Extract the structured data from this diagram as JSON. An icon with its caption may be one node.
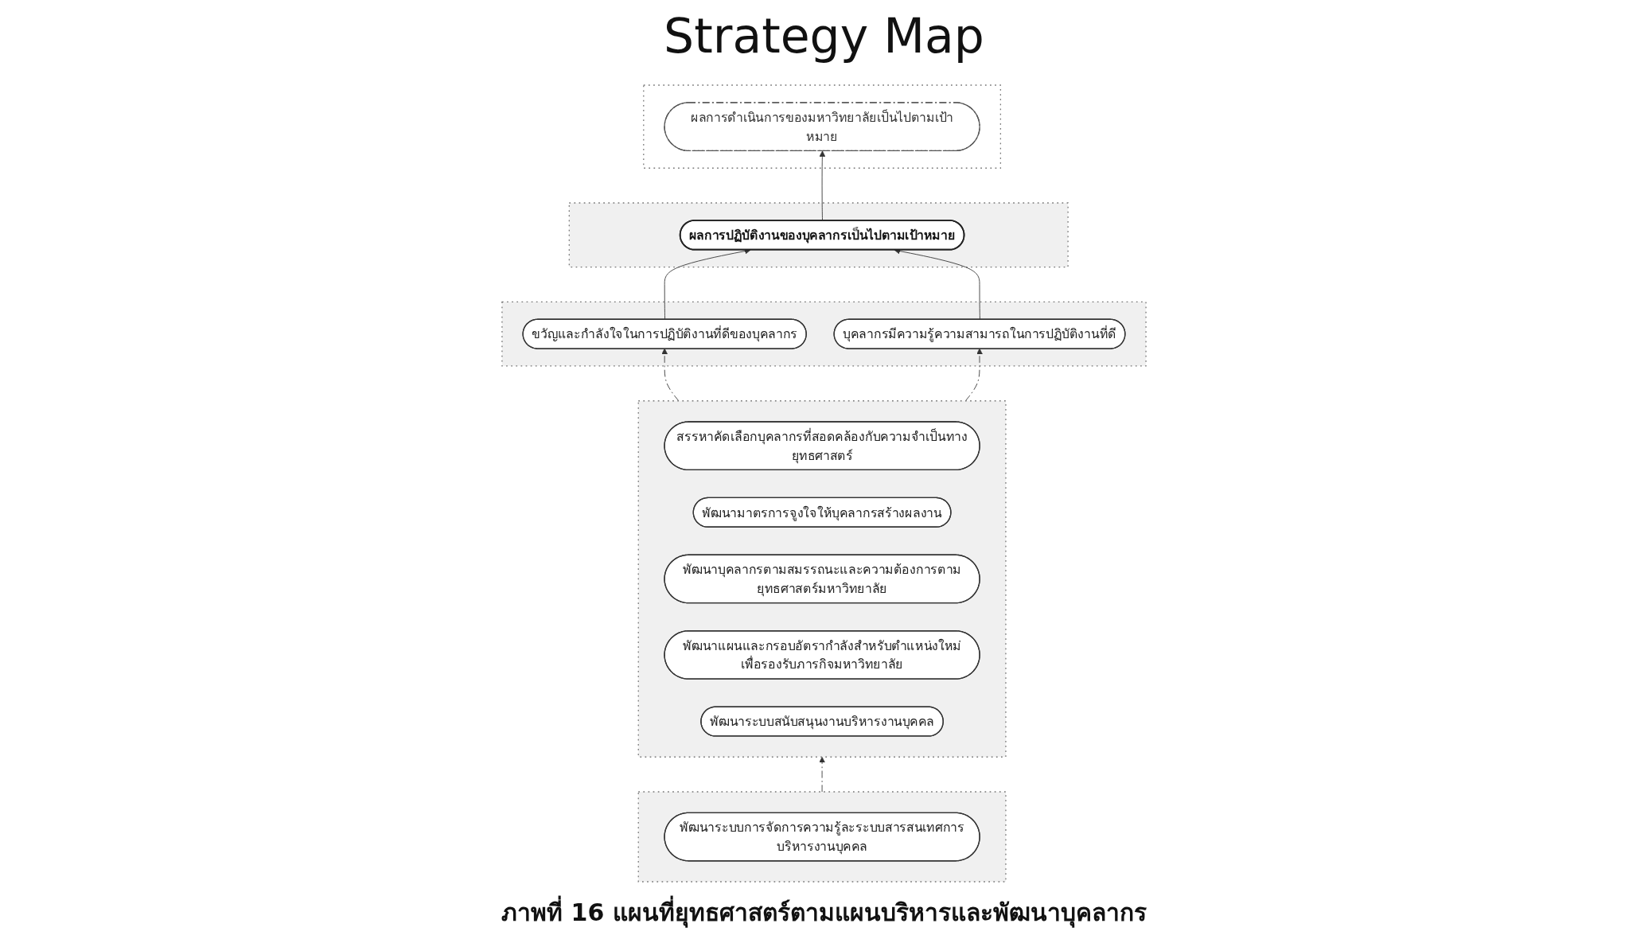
{
  "diagram": {
    "title": "Strategy Map",
    "caption": "ภาพที่ 16 แผนที่ยุทธศาสตร์ตามแผนบริหารและพัฒนาบุคลากร",
    "nodes": [
      {
        "text": [],
        "shape": "box"
      },
      {
        "text": [
          "ผลการดำเนินการของมหาวิทยาลัยเป็นไปตามเป้าหมาย"
        ],
        "in": 0
      },
      {
        "text": [],
        "shape": "box"
      },
      {
        "text": [
          "ผลการปฏิบัติงานของบุคลากรเป็นไปตามเป้าหมาย"
        ],
        "in": 2
      },
      {
        "text": [],
        "shape": "box"
      },
      {
        "text": [
          "ขวัญและกำลังใจในการปฏิบัติงานที่ดีของบุคลากร"
        ],
        "in": 4
      },
      {
        "text": [
          "บุคลากรมีความรู้ความสามารถในการปฏิบัติงานที่ดี"
        ],
        "in": 4
      },
      {
        "text": [],
        "shape": "box"
      },
      {
        "text": [
          "สรรหาคัดเลือกบุคลากรที่สอดคล้องกับความจำเป็นทางยุทธศาสตร์"
        ],
        "in": 7
      },
      {
        "text": [
          "พัฒนามาตรการจูงใจให้บุคลากรสร้างผลงาน"
        ],
        "in": 7
      },
      {
        "text": [
          "พัฒนาบุคลากรตามสมรรถนะและความต้องการตามยุทธศาสตร์มหาวิทยาลัย"
        ],
        "in": 7
      },
      {
        "text": [
          "พัฒนาแผนและกรอบอัตรากำลังสำหรับตำแหน่งใหม่เพื่อรองรับภารกิจมหาวิทยาลัย"
        ],
        "in": 7
      },
      {
        "text": [
          "พัฒนาระบบสนับสนุนงานบริหารงานบุคคล"
        ],
        "in": 7
      },
      {
        "text": [],
        "shape": "box"
      },
      {
        "text": [
          "พัฒนาระบบการจัดการความรู้ละระบบสารสนเทศการบริหารงานบุคคล"
        ],
        "in": 13
      }
    ],
    "edges": [
      {
        "from": 3,
        "to": 1,
        "arrow": "to"
      },
      {
        "from": 5,
        "to": 3,
        "arrow": "to"
      },
      {
        "from": 6,
        "to": 3,
        "arrow": "to"
      },
      {
        "from": 7,
        "to": 5,
        "arrow": "to",
        "style": "dashed"
      },
      {
        "from": 7,
        "to": 6,
        "arrow": "to",
        "style": "dashed"
      },
      {
        "from": 13,
        "to": 7,
        "arrow": "to",
        "style": "dashed"
      }
    ]
  }
}
